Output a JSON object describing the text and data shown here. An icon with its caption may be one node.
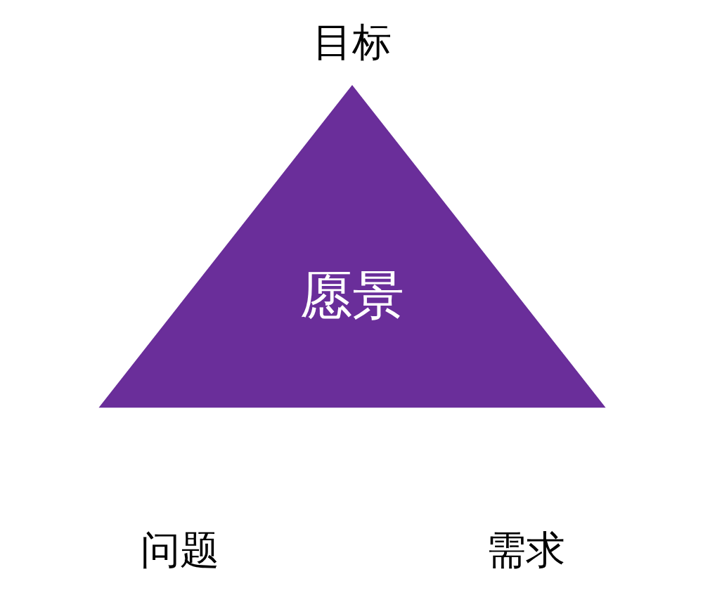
{
  "diagram": {
    "nodes": [
      {
        "text": [
          "愿景"
        ]
      }
    ],
    "labels": [
      "目标",
      "问题",
      "需求"
    ]
  }
}
